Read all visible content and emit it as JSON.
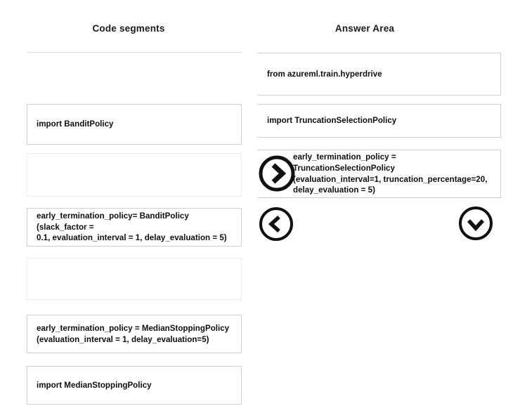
{
  "headings": {
    "left": "Code segments",
    "right": "Answer Area"
  },
  "code_segments": [
    {
      "id": "empty-top",
      "text": ""
    },
    {
      "id": "bandit-import",
      "text": "import BanditPolicy"
    },
    {
      "id": "empty-1",
      "text": ""
    },
    {
      "id": "bandit-policy",
      "text": "early_termination_policy= BanditPolicy (slack_factor =\n0.1, evaluation_interval = 1, delay_evaluation = 5)"
    },
    {
      "id": "empty-2",
      "text": ""
    },
    {
      "id": "median-policy",
      "text": "early_termination_policy = MedianStoppingPolicy\n(evaluation_interval = 1, delay_evaluation=5)"
    },
    {
      "id": "median-import",
      "text": "import MedianStoppingPolicy"
    }
  ],
  "answer_area": [
    {
      "id": "answer-1",
      "text": "from azureml.train.hyperdrive"
    },
    {
      "id": "answer-2",
      "text": "import TruncationSelectionPolicy"
    },
    {
      "id": "answer-3",
      "text": "early_termination_policy = TruncationSelectionPolicy\n(evaluation_interval=1, truncation_percentage=20,\ndelay_evaluation = 5)"
    }
  ],
  "controls": [
    {
      "id": "move-right",
      "icon": "chevron-right-circle-icon"
    },
    {
      "id": "move-left",
      "icon": "chevron-left-circle-icon"
    },
    {
      "id": "move-down",
      "icon": "chevron-down-circle-icon"
    }
  ],
  "colors": {
    "background": "#ffffff",
    "text": "#0f0f0f",
    "tile_border": "#cfcfcf",
    "divider": "#e2e2e2",
    "icon": "#111111"
  }
}
